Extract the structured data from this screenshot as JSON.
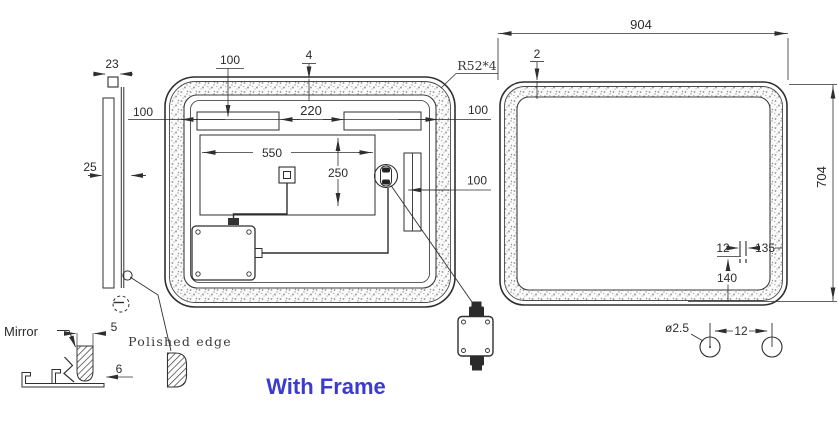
{
  "title": {
    "text": "With Frame",
    "color": "#3b3bd0"
  },
  "annotations": {
    "mirror": "Mirror",
    "polished_edge": "Polished edge",
    "corner_radius": "R52*4"
  },
  "side_view": {
    "top_width": "23",
    "strip_offset": "100",
    "thickness": "25"
  },
  "front_view": {
    "strip_inset_top": "100",
    "frame_face_width": "4",
    "strip_gap": "220",
    "strip_inset_right": "100",
    "demister_width": "550",
    "demister_height": "250",
    "side_strip_inset": "100"
  },
  "back_view": {
    "width": "904",
    "frame_edge": "2",
    "height": "704",
    "slot_gap": "12",
    "slot_to_edge": "135",
    "slot_bottom_offset": "140"
  },
  "hole_detail": {
    "diameter": "ø2.5",
    "spacing": "12"
  },
  "section_detail": {
    "glass_thickness": "5",
    "channel_width": "6"
  }
}
